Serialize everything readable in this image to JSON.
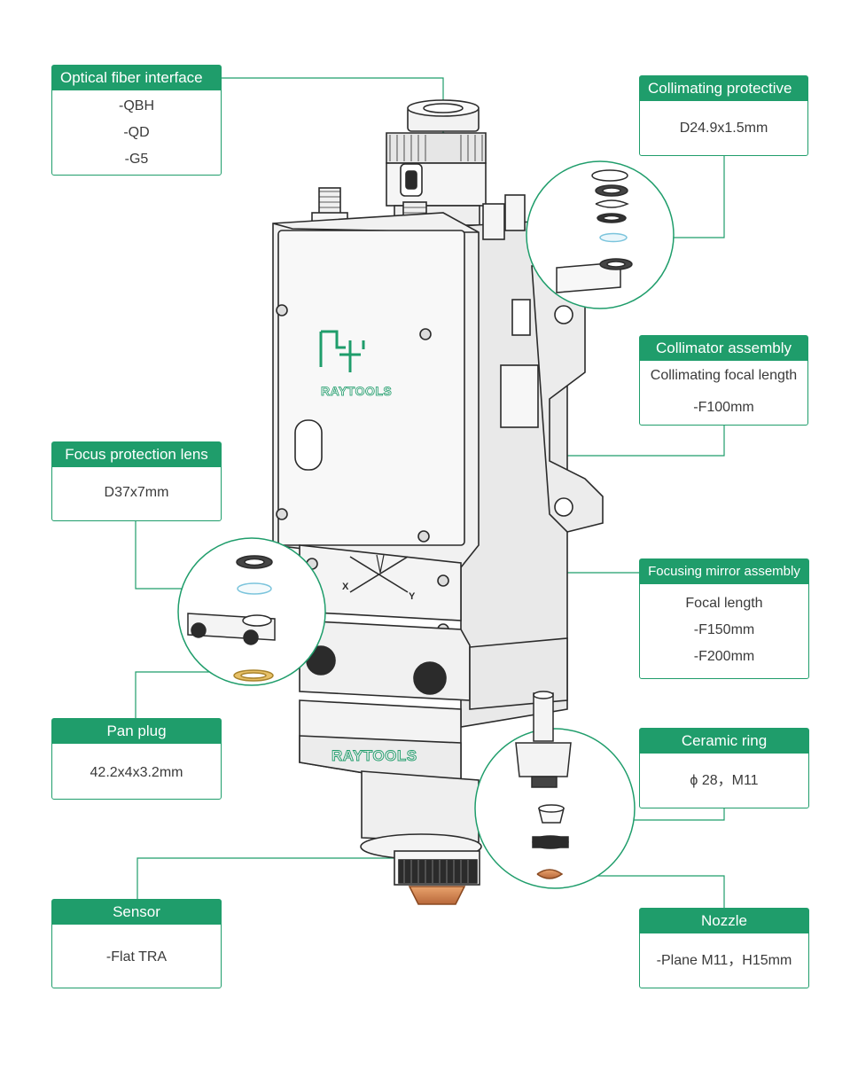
{
  "brand": {
    "logo_text": "RAYTOOLS",
    "accent": "#1f9d6b"
  },
  "head_markings": {
    "axis_x": "X",
    "axis_y": "Y"
  },
  "callouts": {
    "optical_fiber": {
      "title": "Optical fiber interface",
      "lines": [
        "-QBH",
        "-QD",
        "-G5"
      ]
    },
    "collimating_protective": {
      "title": "Collimating protective",
      "lines": [
        "D24.9x1.5mm"
      ]
    },
    "collimator": {
      "title": "Collimator assembly",
      "lines": [
        "Collimating focal length",
        "-F100mm"
      ]
    },
    "focus_protection": {
      "title": "Focus protection lens",
      "lines": [
        "D37x7mm"
      ]
    },
    "focusing_mirror": {
      "title": "Focusing mirror assembly",
      "lines": [
        "Focal length",
        "-F150mm",
        "-F200mm"
      ]
    },
    "pan_plug": {
      "title": "Pan plug",
      "lines": [
        "42.2x4x3.2mm"
      ]
    },
    "ceramic_ring": {
      "title": "Ceramic ring",
      "lines": [
        "ϕ 28，M11"
      ]
    },
    "sensor": {
      "title": "Sensor",
      "lines": [
        "-Flat TRA"
      ]
    },
    "nozzle": {
      "title": "Nozzle",
      "lines": [
        "-Plane M11，H15mm"
      ]
    }
  }
}
